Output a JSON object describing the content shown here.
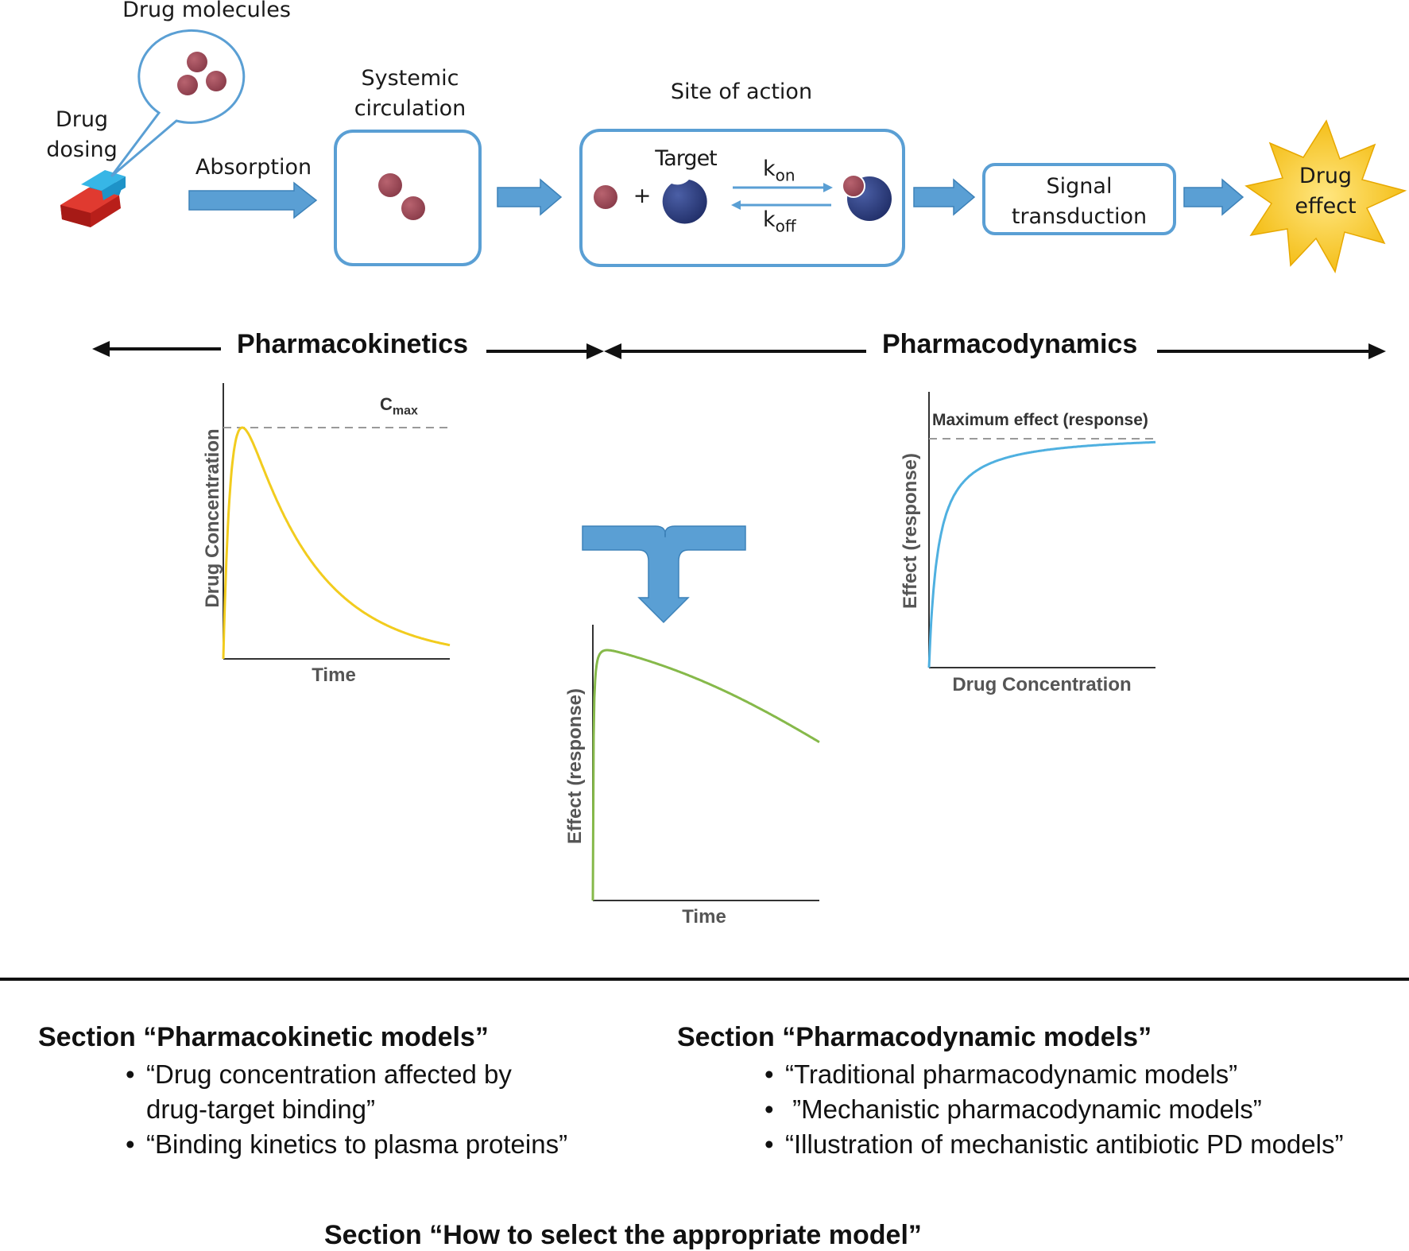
{
  "top_flow": {
    "drug_molecules_label": "Drug molecules",
    "drug_dosing_label": "Drug\ndosing",
    "absorption_label": "Absorption",
    "systemic_circulation_label": "Systemic\ncirculation",
    "site_of_action_label": "Site of action",
    "plus_sign": "+",
    "target_label": "Target",
    "k_on": {
      "base": "k",
      "sub": "on"
    },
    "k_off": {
      "base": "k",
      "sub": "off"
    },
    "signal_transduction_label": "Signal\ntransduction",
    "drug_effect_label": "Drug\neffect"
  },
  "ranges": {
    "pk_label": "Pharmacokinetics",
    "pd_label": "Pharmacodynamics"
  },
  "pk_plot": {
    "ylabel": "Drug Concentration",
    "xlabel": "Time",
    "annotation": {
      "base": "C",
      "sub": "max"
    },
    "line_color": "#f2cc1e"
  },
  "pd_plot": {
    "ylabel": "Effect (response)",
    "xlabel": "Drug Concentration",
    "annotation": "Maximum effect (response)",
    "line_color": "#4fb0e0"
  },
  "pkpd_plot": {
    "ylabel": "Effect (response)",
    "xlabel": "Time",
    "line_color": "#86b94a"
  },
  "sections": {
    "pk_title": "Section “Pharmacokinetic models”",
    "pk_items": [
      "“Drug concentration affected by\n drug-target binding”",
      "“Binding kinetics to plasma proteins”"
    ],
    "pd_title": "Section “Pharmacodynamic models”",
    "pd_items": [
      "“Traditional pharmacodynamic models”",
      " ”Mechanistic pharmacodynamic models”",
      "“Illustration of mechanistic antibiotic PD models”"
    ],
    "select_title": "Section “How to select the appropriate model”"
  },
  "colors": {
    "box_border": "#5a9fd4",
    "arrow_fill": "#5a9fd4",
    "molecule": "#9b4a58",
    "target": "#2e3f82",
    "star": "#f5c325",
    "pill_red": "#d8261e",
    "pill_blue": "#29a8dc"
  }
}
